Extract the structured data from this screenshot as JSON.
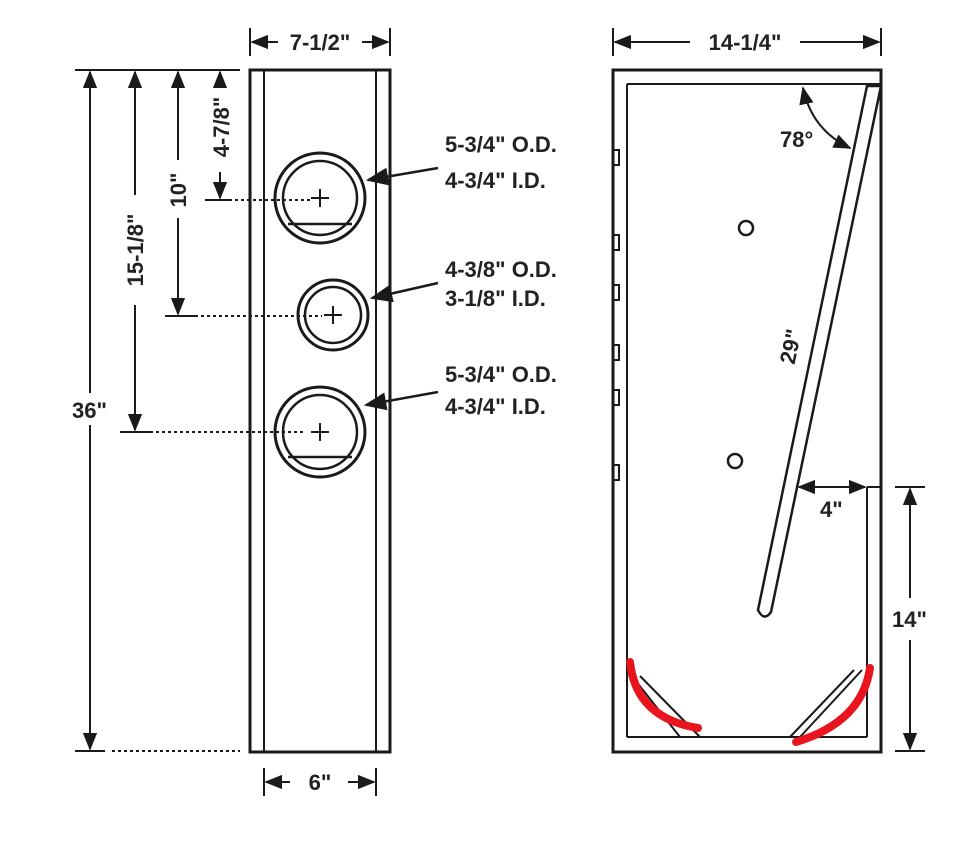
{
  "front_view": {
    "overall_width": "7-1/2\"",
    "inner_width": "6\"",
    "height_total": "36\"",
    "height_15": "15-1/8\"",
    "height_10": "10\"",
    "height_4": "4-7/8\"",
    "port_top_od": "5-3/4\" O.D.",
    "port_top_id": "4-3/4\" I.D.",
    "port_mid_od": "4-3/8\" O.D.",
    "port_mid_id": "3-1/8\" I.D.",
    "port_bot_od": "5-3/4\" O.D.",
    "port_bot_id": "4-3/4\" I.D."
  },
  "side_view": {
    "depth": "14-1/4\"",
    "angle": "78°",
    "board_length": "29\"",
    "gap": "4\"",
    "chamber_height": "14\""
  },
  "colors": {
    "line": "#1a1a1a",
    "markup": "#e8141e"
  }
}
